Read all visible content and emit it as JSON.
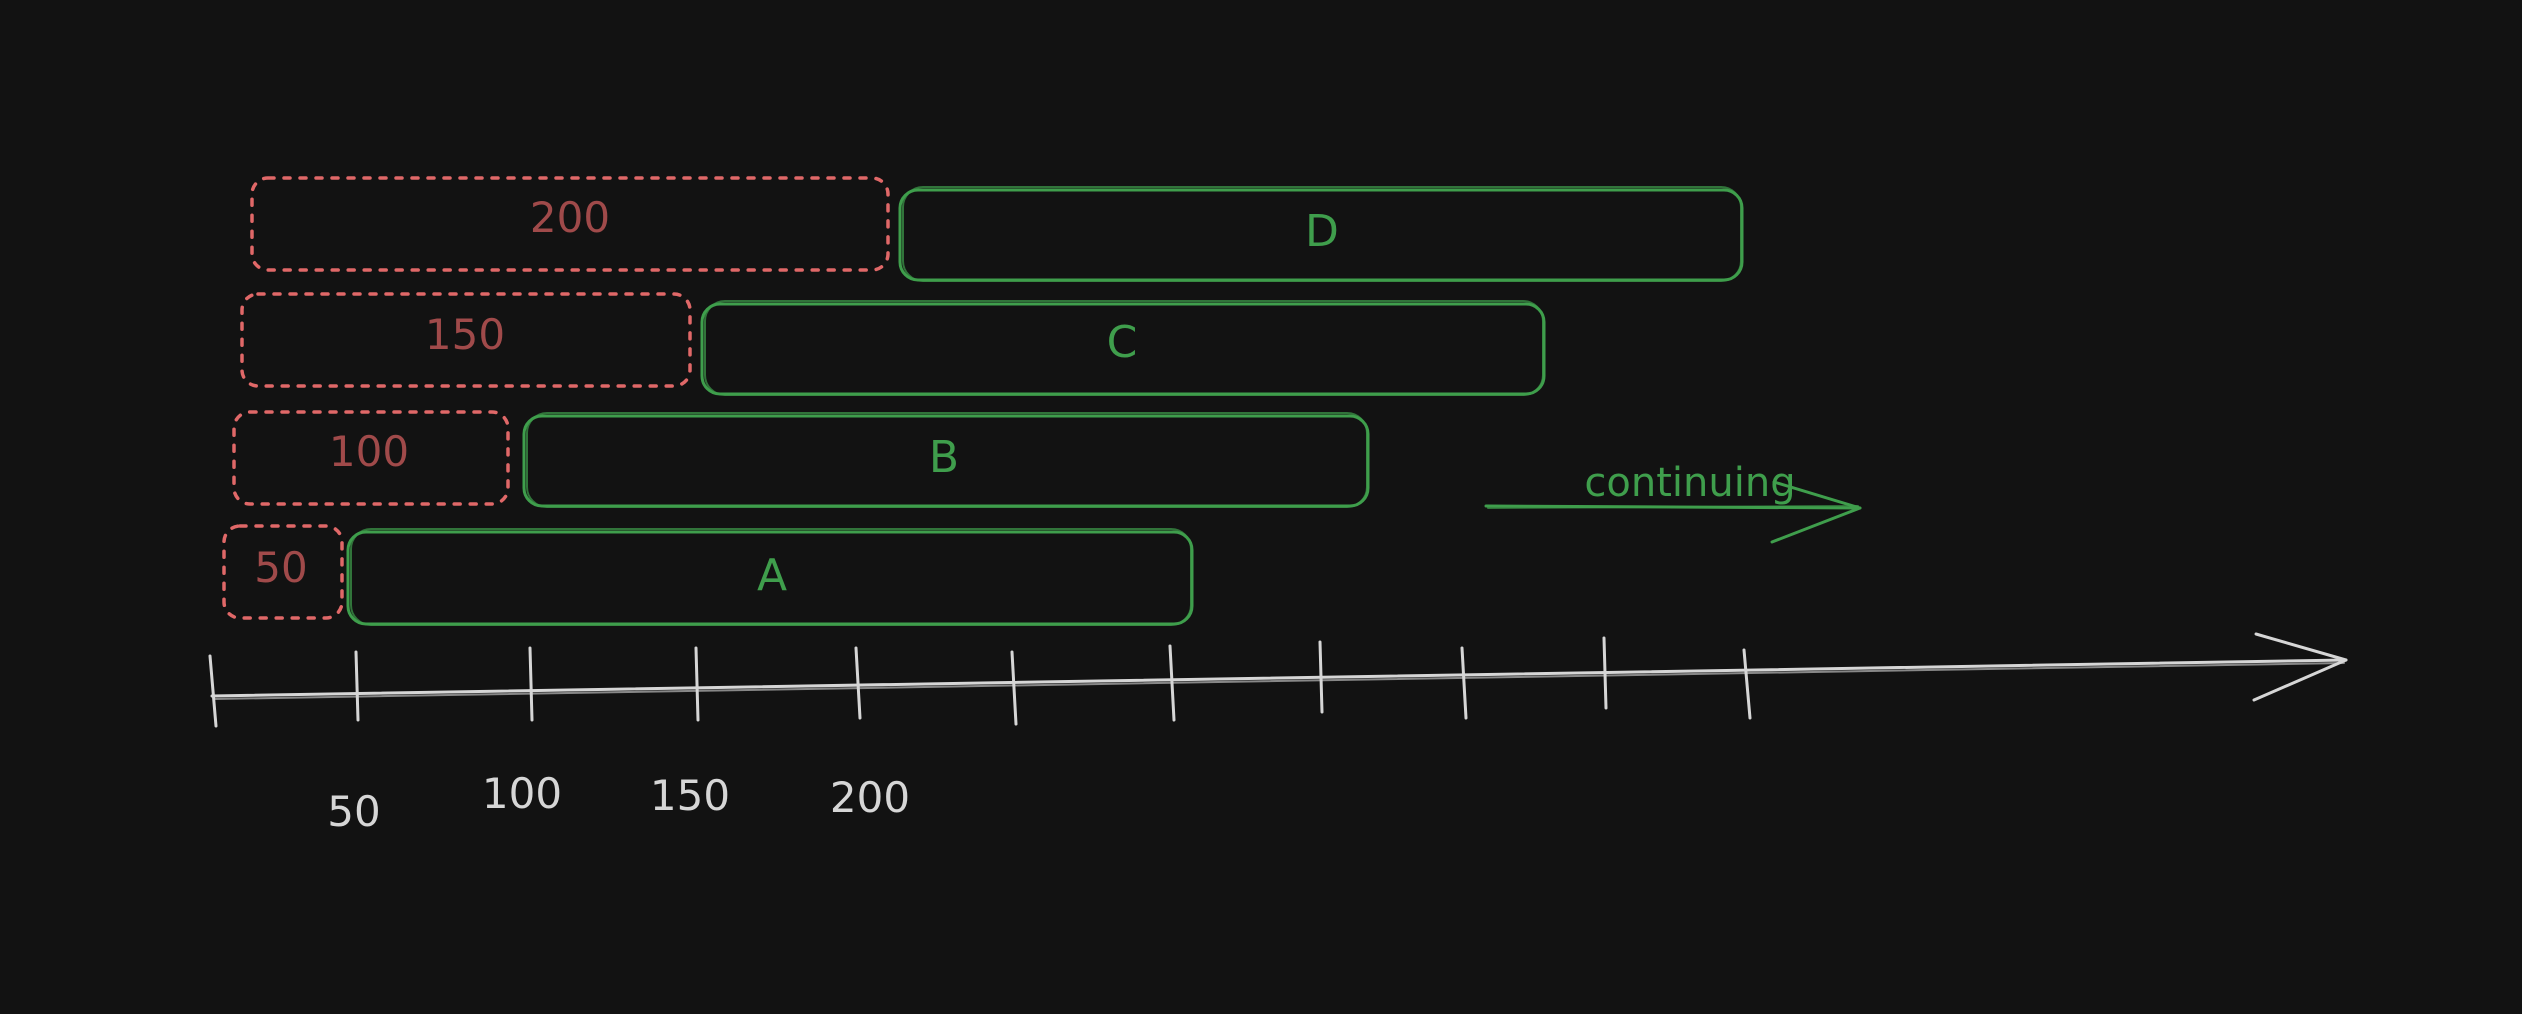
{
  "colors": {
    "background": "#121212",
    "delay": "#e06868",
    "delay_text": "#a04a4a",
    "task": "#3f9e4c",
    "task_text": "#3f9e4c",
    "axis": "#d6d6d6"
  },
  "delays": [
    {
      "label": "200",
      "value": 200
    },
    {
      "label": "150",
      "value": 150
    },
    {
      "label": "100",
      "value": 100
    },
    {
      "label": "50",
      "value": 50
    }
  ],
  "tasks": [
    {
      "label": "D"
    },
    {
      "label": "C"
    },
    {
      "label": "B"
    },
    {
      "label": "A"
    }
  ],
  "continuing": {
    "label": "continuing"
  },
  "axis": {
    "tick_labels": [
      "50",
      "100",
      "150",
      "200"
    ]
  }
}
